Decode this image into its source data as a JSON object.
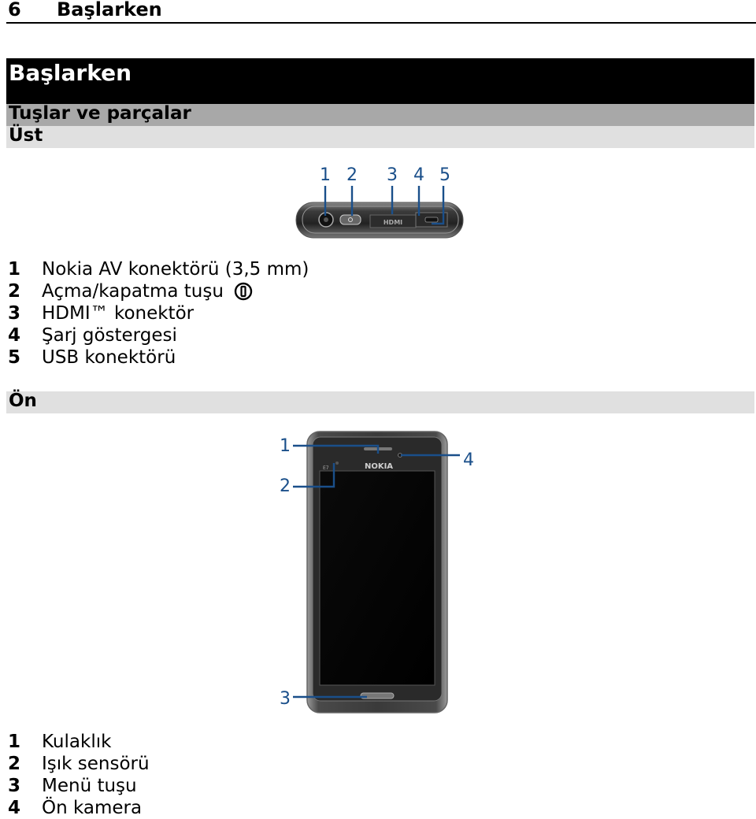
{
  "header": {
    "page_number": "6",
    "running_title": "Başlarken"
  },
  "chapter": {
    "title": "Başlarken"
  },
  "section": {
    "title": "Tuşlar ve parçalar"
  },
  "top": {
    "title": "Üst",
    "callouts": [
      "1",
      "2",
      "3",
      "4",
      "5"
    ],
    "port_label": "HDMI",
    "items": [
      {
        "num": "1",
        "text": "Nokia AV konektörü (3,5 mm)"
      },
      {
        "num": "2",
        "text": "Açma/kapatma tuşu"
      },
      {
        "num": "3",
        "text": "HDMI™ konektör"
      },
      {
        "num": "4",
        "text": "Şarj göstergesi"
      },
      {
        "num": "5",
        "text": "USB konektörü"
      }
    ]
  },
  "front": {
    "title": "Ön",
    "callouts": [
      "1",
      "2",
      "3",
      "4"
    ],
    "brand": "NOKIA",
    "model": "E7",
    "items": [
      {
        "num": "1",
        "text": "Kulaklık"
      },
      {
        "num": "2",
        "text": "Işık sensörü"
      },
      {
        "num": "3",
        "text": "Menü tuşu"
      },
      {
        "num": "4",
        "text": "Ön kamera"
      }
    ]
  },
  "icons": {
    "power": "power-key-icon"
  },
  "colors": {
    "callout": "#1a4f8a",
    "chapter_bar": "#000000",
    "section_bar": "#a8a8a8",
    "subsection_bar": "#e0e0e0"
  }
}
